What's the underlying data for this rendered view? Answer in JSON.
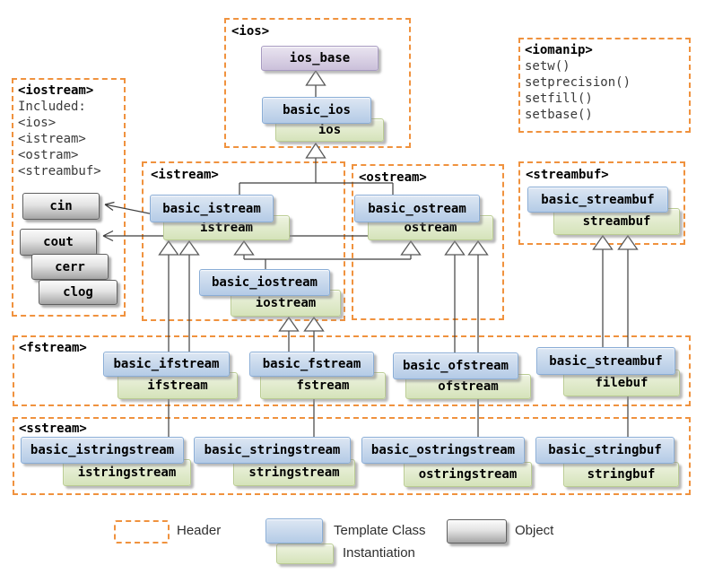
{
  "headers": {
    "ios": "<ios>",
    "iomanip": "<iomanip>",
    "iostream": "<iostream>",
    "istream": "<istream>",
    "ostream": "<ostream>",
    "streambuf": "<streambuf>",
    "fstream": "<fstream>",
    "sstream": "<sstream>"
  },
  "iostream_info": {
    "lines": [
      "Included:",
      "<ios>",
      "<istream>",
      "<ostram>",
      "<streambuf>"
    ]
  },
  "iomanip_info": {
    "lines": [
      "setw()",
      "setprecision()",
      "setfill()",
      "setbase()"
    ]
  },
  "labels": {
    "ios_base": "ios_base",
    "basic_ios": "basic_ios",
    "ios_inst": "ios",
    "basic_istream": "basic_istream",
    "istream_inst": "istream",
    "basic_iostream": "basic_iostream",
    "iostream_inst": "iostream",
    "basic_ostream": "basic_ostream",
    "ostream_inst": "ostream",
    "basic_streambuf": "basic_streambuf",
    "streambuf_inst": "streambuf",
    "basic_ifstream": "basic_ifstream",
    "ifstream_inst": "ifstream",
    "basic_fstream": "basic_fstream",
    "fstream_inst": "fstream",
    "basic_ofstream": "basic_ofstream",
    "ofstream_inst": "ofstream",
    "basic_filebuf_tpl": "basic_streambuf",
    "filebuf_inst": "filebuf",
    "basic_istringstream": "basic_istringstream",
    "istringstream_inst": "istringstream",
    "basic_stringstream": "basic_stringstream",
    "stringstream_inst": "stringstream",
    "basic_ostringstream": "basic_ostringstream",
    "ostringstream_inst": "ostringstream",
    "basic_stringbuf": "basic_stringbuf",
    "stringbuf_inst": "stringbuf"
  },
  "objects": {
    "cin": "cin",
    "cout": "cout",
    "cerr": "cerr",
    "clog": "clog"
  },
  "legend": {
    "header": "Header",
    "template_class": "Template Class",
    "instantiation": "Instantiation",
    "object": "Object"
  },
  "colors": {
    "header_border": "#f0923e",
    "template_class_fill": "#c3d6ec",
    "instantiation_fill": "#dbe7c4",
    "object_fill": "#c0c0c0",
    "base_class_fill": "#d5cbe2",
    "connector_line": "#3f3f3f"
  }
}
